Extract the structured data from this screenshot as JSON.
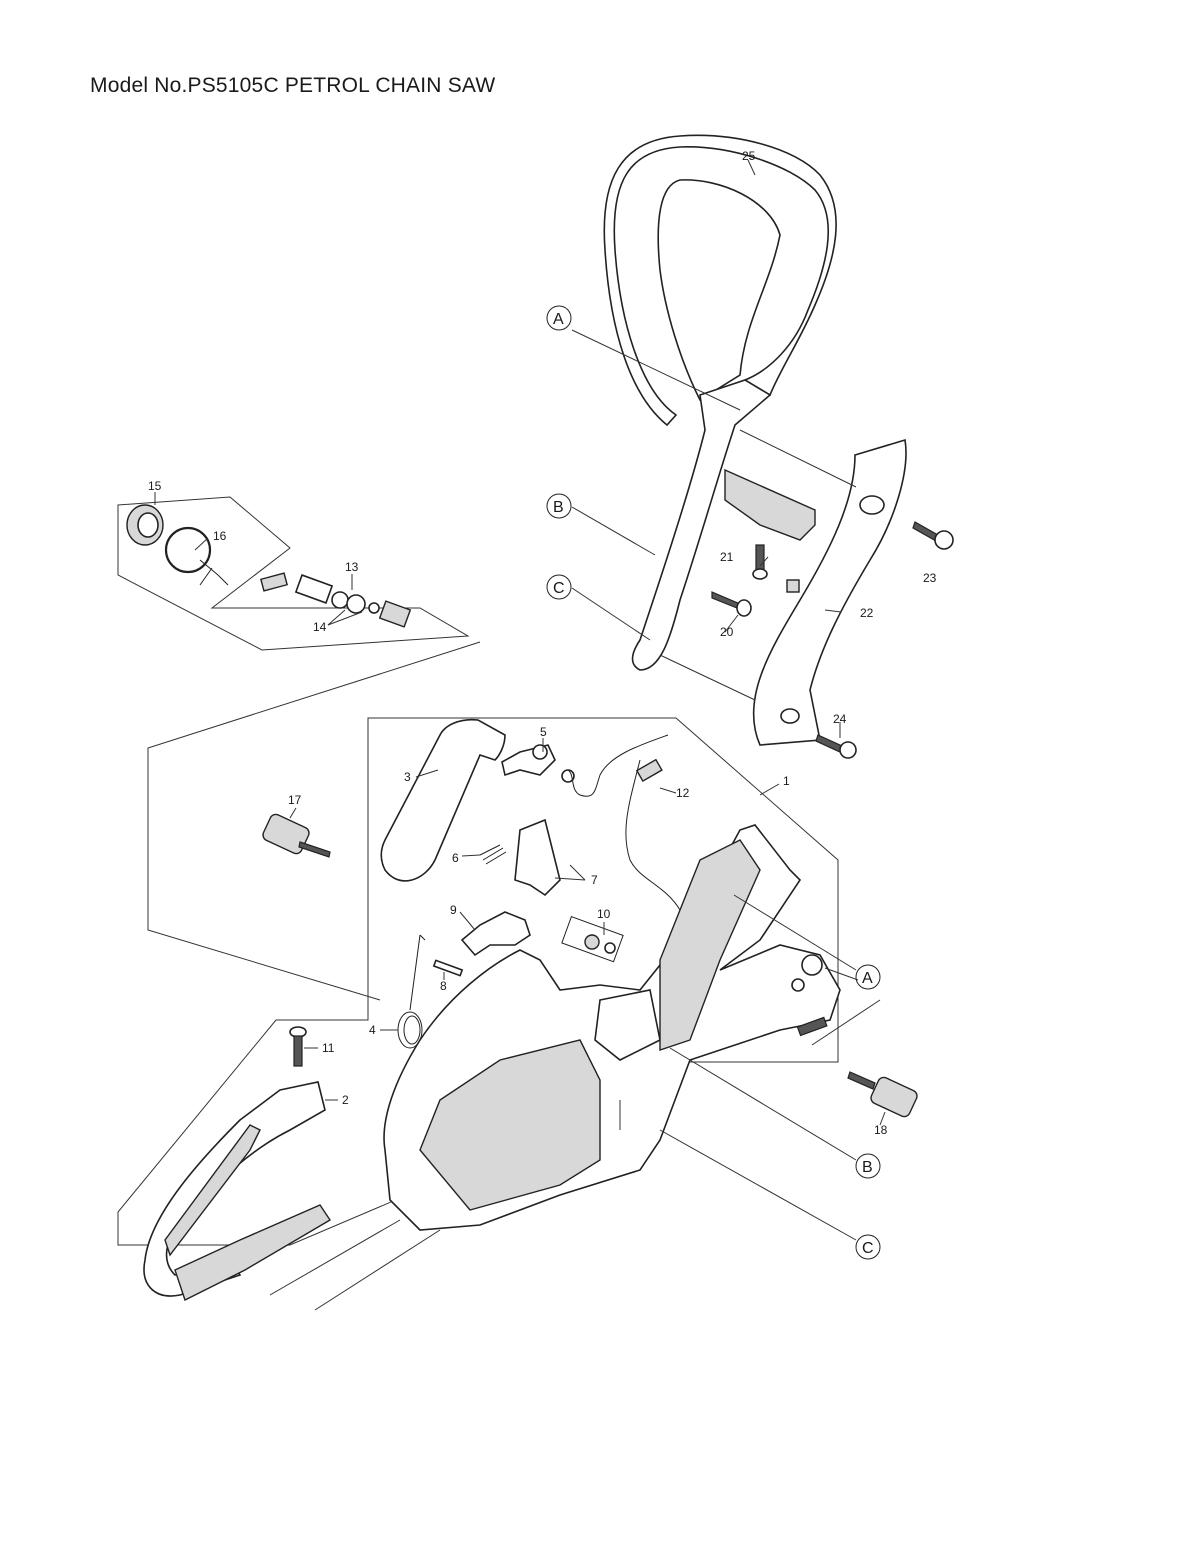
{
  "title": "Model No.PS5105C PETROL CHAIN SAW",
  "parts": [
    {
      "id": "p1",
      "label": "1"
    },
    {
      "id": "p2",
      "label": "2"
    },
    {
      "id": "p3",
      "label": "3"
    },
    {
      "id": "p4",
      "label": "4"
    },
    {
      "id": "p5",
      "label": "5"
    },
    {
      "id": "p6",
      "label": "6"
    },
    {
      "id": "p7",
      "label": "7"
    },
    {
      "id": "p8",
      "label": "8"
    },
    {
      "id": "p9",
      "label": "9"
    },
    {
      "id": "p10",
      "label": "10"
    },
    {
      "id": "p11",
      "label": "11"
    },
    {
      "id": "p12",
      "label": "12"
    },
    {
      "id": "p13",
      "label": "13"
    },
    {
      "id": "p14",
      "label": "14"
    },
    {
      "id": "p15",
      "label": "15"
    },
    {
      "id": "p16",
      "label": "16"
    },
    {
      "id": "p17",
      "label": "17"
    },
    {
      "id": "p18",
      "label": "18"
    },
    {
      "id": "p20",
      "label": "20"
    },
    {
      "id": "p21",
      "label": "21"
    },
    {
      "id": "p22",
      "label": "22"
    },
    {
      "id": "p23",
      "label": "23"
    },
    {
      "id": "p24",
      "label": "24"
    },
    {
      "id": "p25",
      "label": "25"
    }
  ],
  "references": [
    {
      "id": "ref-a-top",
      "label": "A"
    },
    {
      "id": "ref-b-top",
      "label": "B"
    },
    {
      "id": "ref-c-top",
      "label": "C"
    },
    {
      "id": "ref-a-bottom",
      "label": "A"
    },
    {
      "id": "ref-b-bottom",
      "label": "B"
    },
    {
      "id": "ref-c-bottom",
      "label": "C"
    }
  ]
}
